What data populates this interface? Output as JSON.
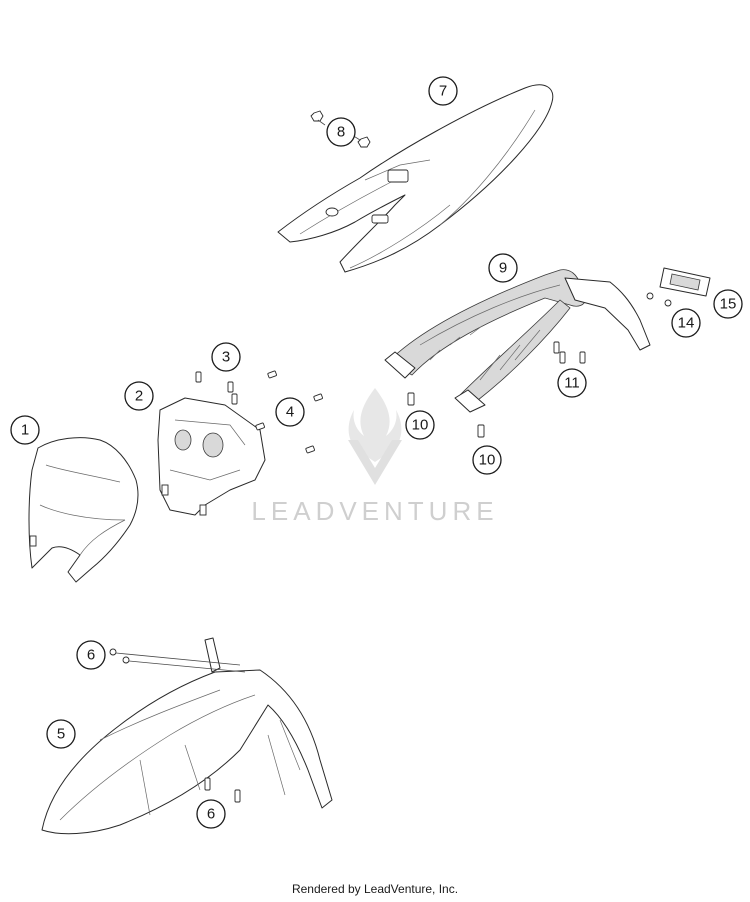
{
  "diagram": {
    "callouts": {
      "c1": "1",
      "c2": "2",
      "c3": "3",
      "c4": "4",
      "c5": "5",
      "c6a": "6",
      "c6b": "6",
      "c7": "7",
      "c8": "8",
      "c9": "9",
      "c10a": "10",
      "c10b": "10",
      "c11": "11",
      "c14": "14",
      "c15": "15"
    },
    "watermark": "LEADVENTURE"
  },
  "footer": {
    "text": "Rendered by LeadVenture, Inc."
  }
}
